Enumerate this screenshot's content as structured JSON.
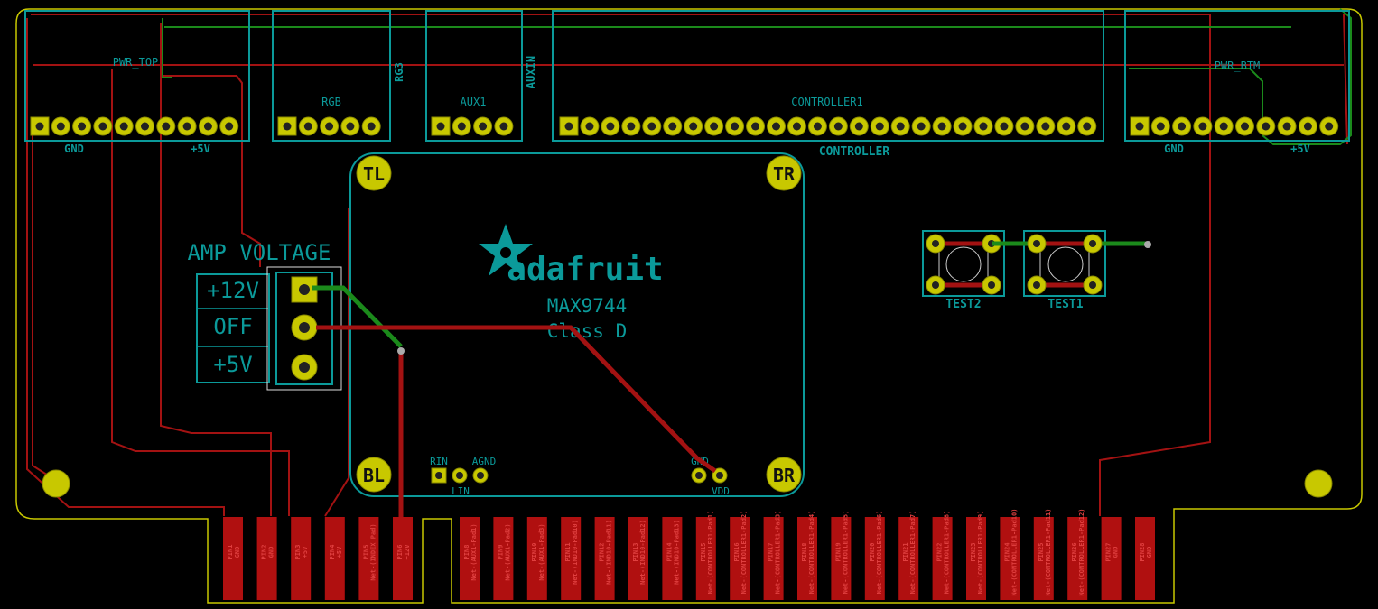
{
  "connectors": {
    "pwr_top": {
      "ref": "PWR_TOP",
      "gnd": "GND",
      "plus5v": "+5V"
    },
    "rgb": {
      "ref": "RGB",
      "side": "RG3"
    },
    "aux1": {
      "ref": "AUX1",
      "side": "AUXIN"
    },
    "controller": {
      "ref": "CONTROLLER1",
      "label": "CONTROLLER"
    },
    "pwr_btm": {
      "ref": "PWR_BTM",
      "gnd": "GND",
      "plus5v": "+5V"
    }
  },
  "amp_voltage": {
    "title": "AMP VOLTAGE",
    "options": [
      "+12V",
      "OFF",
      "+5V"
    ]
  },
  "module": {
    "brand": "adafruit",
    "name": "MAX9744",
    "subtitle": "Class D",
    "corners": {
      "tl": "TL",
      "tr": "TR",
      "bl": "BL",
      "br": "BR"
    },
    "pins": {
      "rin": "RIN",
      "lin": "LIN",
      "agnd": "AGND",
      "gnd": "GND",
      "vdd": "VDD"
    }
  },
  "switches": {
    "test1": "TEST1",
    "test2": "TEST2"
  },
  "edge_fingers": [
    {
      "num": "PIN1",
      "net": "GND"
    },
    {
      "num": "PIN2",
      "net": "GND"
    },
    {
      "num": "PIN3",
      "net": "+5V"
    },
    {
      "num": "PIN4",
      "net": "+5V"
    },
    {
      "num": "PIN5",
      "net": "Net-(INDEX Pad)"
    },
    {
      "num": "PIN6",
      "net": "+12V"
    },
    {
      "num": "PIN8",
      "net": "Net-(AUX1-Pad1)"
    },
    {
      "num": "PIN9",
      "net": "Net-(AUX1-Pad2)"
    },
    {
      "num": "PIN10",
      "net": "Net-(AUX1-Pad3)"
    },
    {
      "num": "PIN11",
      "net": "Net-(IND10-Pad10)"
    },
    {
      "num": "PIN12",
      "net": "Net-(IND10-Pad11)"
    },
    {
      "num": "PIN13",
      "net": "Net-(IND10-Pad12)"
    },
    {
      "num": "PIN14",
      "net": "Net-(IND10-Pad13)"
    },
    {
      "num": "PIN15",
      "net": "Net-(CONTROLLER1-Pad1)"
    },
    {
      "num": "PIN16",
      "net": "Net-(CONTROLLER1-Pad2)"
    },
    {
      "num": "PIN17",
      "net": "Net-(CONTROLLER1-Pad3)"
    },
    {
      "num": "PIN18",
      "net": "Net-(CONTROLLER1-Pad4)"
    },
    {
      "num": "PIN19",
      "net": "Net-(CONTROLLER1-Pad5)"
    },
    {
      "num": "PIN20",
      "net": "Net-(CONTROLLER1-Pad6)"
    },
    {
      "num": "PIN21",
      "net": "Net-(CONTROLLER1-Pad7)"
    },
    {
      "num": "PIN22",
      "net": "Net-(CONTROLLER1-Pad8)"
    },
    {
      "num": "PIN23",
      "net": "Net-(CONTROLLER1-Pad9)"
    },
    {
      "num": "PIN24",
      "net": "Net-(CONTROLLER1-Pad10)"
    },
    {
      "num": "PIN25",
      "net": "Net-(CONTROLLER1-Pad11)"
    },
    {
      "num": "PIN26",
      "net": "Net-(CONTROLLER1-Pad12)"
    },
    {
      "num": "PIN27",
      "net": "GND"
    },
    {
      "num": "PIN28",
      "net": "GND"
    }
  ],
  "colors": {
    "background": "#000000",
    "silkscreen": "#0b9a9a",
    "copper_front": "#a31212",
    "copper_back": "#1b8a1b",
    "pad": "#c8c800",
    "edge_cuts": "#c8c800"
  }
}
